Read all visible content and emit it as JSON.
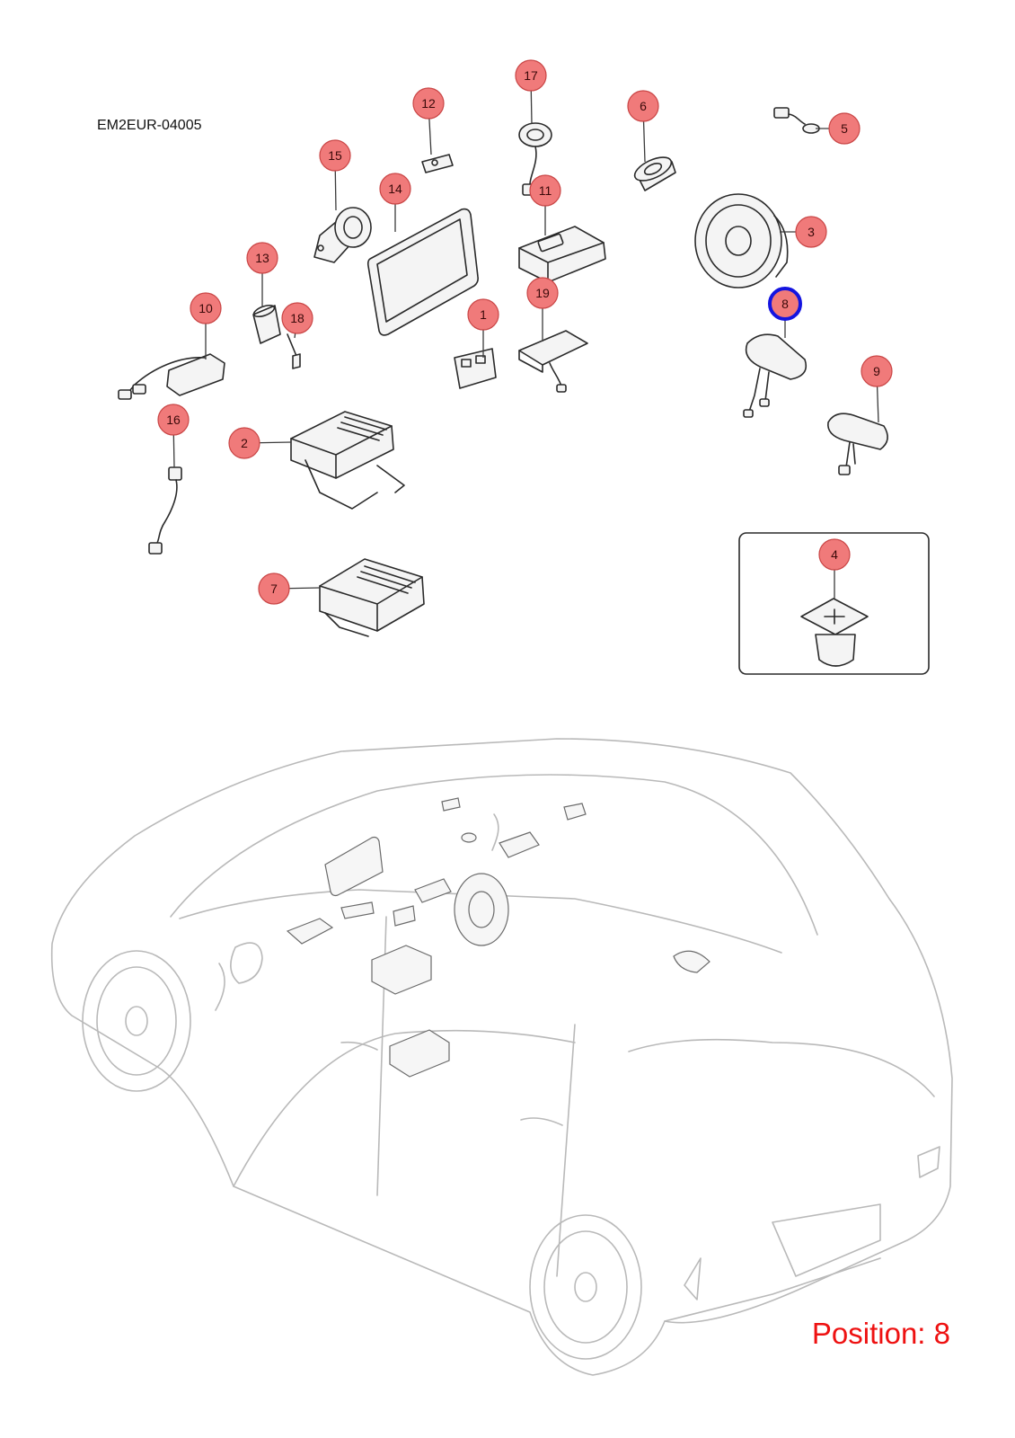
{
  "diagram_code": "EM2EUR-04005",
  "position": {
    "prefix": "Position:",
    "value": "8",
    "text": "Position: 8"
  },
  "selected_callout": "8",
  "colors": {
    "callout_fill": "#f07a7a",
    "callout_selected_ring": "#1414e0",
    "position_text": "#ee1111"
  },
  "callouts": [
    "1",
    "2",
    "3",
    "4",
    "5",
    "6",
    "7",
    "8",
    "9",
    "10",
    "11",
    "12",
    "13",
    "14",
    "15",
    "16",
    "17",
    "18",
    "19"
  ]
}
